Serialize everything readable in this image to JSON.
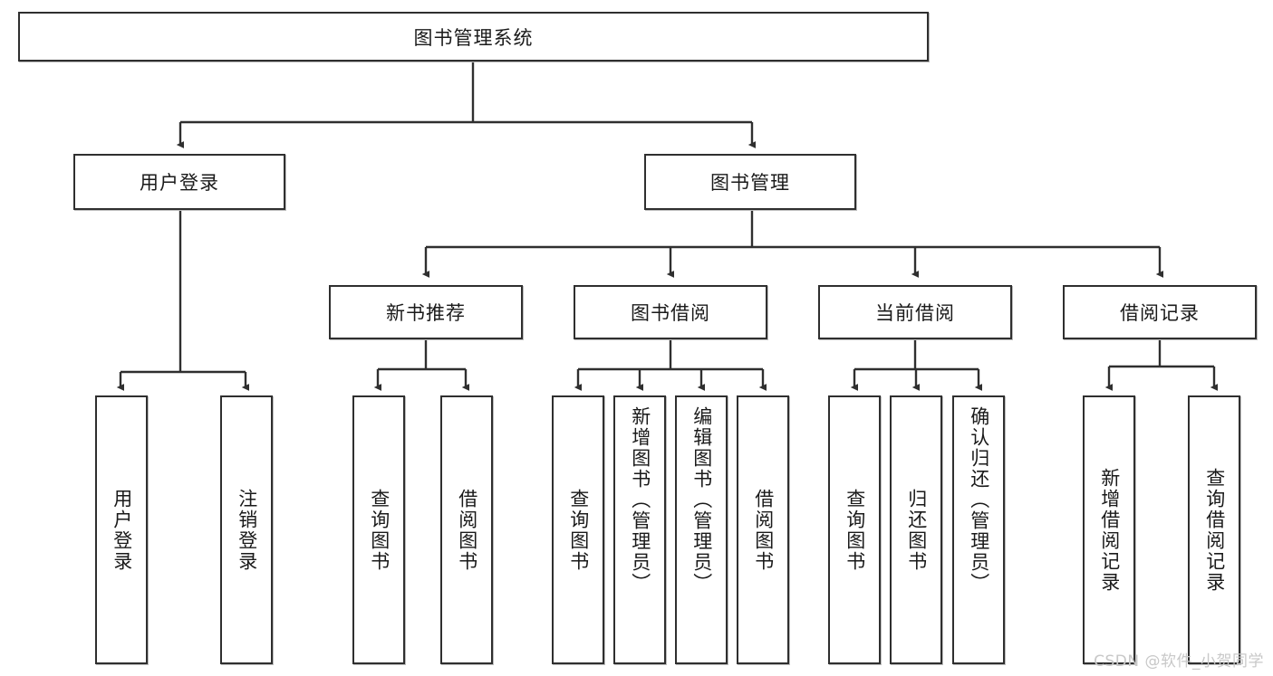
{
  "diagram": {
    "type": "tree-hierarchy-chart",
    "title": "图书管理系统",
    "root": {
      "label": "图书管理系统"
    },
    "level1": [
      {
        "id": "user-login",
        "label": "用户登录"
      },
      {
        "id": "book-management",
        "label": "图书管理"
      }
    ],
    "level2": [
      {
        "id": "new-book-recommend",
        "label": "新书推荐",
        "parent": "book-management"
      },
      {
        "id": "book-borrow",
        "label": "图书借阅",
        "parent": "book-management"
      },
      {
        "id": "current-borrow",
        "label": "当前借阅",
        "parent": "book-management"
      },
      {
        "id": "borrow-record",
        "label": "借阅记录",
        "parent": "book-management"
      }
    ],
    "leaves": [
      {
        "id": "leaf-user-login",
        "label": "用户登录",
        "parent": "user-login"
      },
      {
        "id": "leaf-logout-login",
        "label": "注销登录",
        "parent": "user-login"
      },
      {
        "id": "leaf-query-book-1",
        "label": "查询图书",
        "parent": "new-book-recommend"
      },
      {
        "id": "leaf-borrow-book-1",
        "label": "借阅图书",
        "parent": "new-book-recommend"
      },
      {
        "id": "leaf-query-book-2",
        "label": "查询图书",
        "parent": "book-borrow"
      },
      {
        "id": "leaf-add-book",
        "label": "新增图书（管理员）",
        "parent": "book-borrow"
      },
      {
        "id": "leaf-edit-book",
        "label": "编辑图书（管理员）",
        "parent": "book-borrow"
      },
      {
        "id": "leaf-borrow-book-2",
        "label": "借阅图书",
        "parent": "book-borrow"
      },
      {
        "id": "leaf-query-book-3",
        "label": "查询图书",
        "parent": "current-borrow"
      },
      {
        "id": "leaf-return-book",
        "label": "归还图书",
        "parent": "current-borrow"
      },
      {
        "id": "leaf-confirm-return",
        "label": "确认归还（管理员）",
        "parent": "current-borrow"
      },
      {
        "id": "leaf-add-record",
        "label": "新增借阅记录",
        "parent": "borrow-record"
      },
      {
        "id": "leaf-query-record",
        "label": "查询借阅记录",
        "parent": "borrow-record"
      }
    ],
    "watermark": "CSDN @软件_小贺同学",
    "colors": {
      "border": "#2f2f2f",
      "background": "#ffffff",
      "text": "#1a1a1a",
      "connector": "#2f2f2f",
      "watermark": "#c8c8c8"
    }
  }
}
